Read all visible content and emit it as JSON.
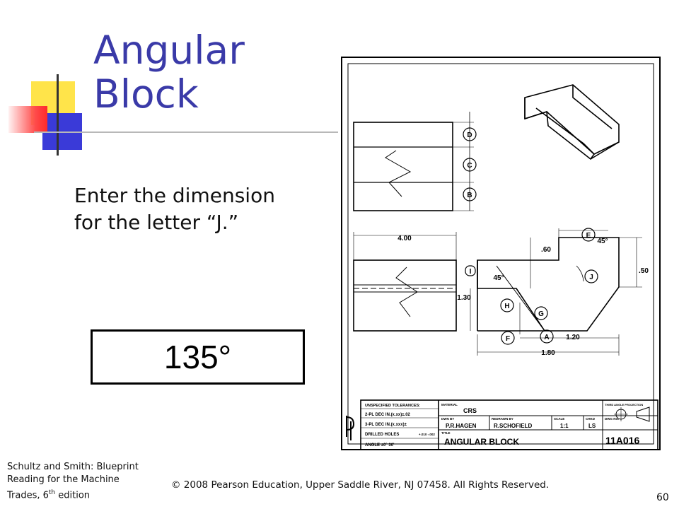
{
  "slide": {
    "title_line1": "Angular",
    "title_line2": "Block",
    "question": "Enter the dimension for the letter “J.”",
    "answer": "135°",
    "footer_credit_line1": "Schultz and Smith: Blueprint",
    "footer_credit_line2": "Reading for the Machine",
    "footer_credit_line3_pre": "Trades, 6",
    "footer_credit_sup": "th",
    "footer_credit_line3_post": " edition",
    "copyright": "© 2008 Pearson Education, Upper Saddle River, NJ 07458. All Rights Reserved.",
    "page_number": "60",
    "accent_color": "#3a3aa8"
  },
  "drawing": {
    "dims": {
      "width_400": "4.00",
      "d060": ".60",
      "d050": ".50",
      "d130": "1.30",
      "d120": "1.20",
      "d180": "1.80",
      "angle45a": "45°",
      "angle45b": "45°"
    },
    "letters": {
      "D": "D",
      "C": "C",
      "B": "B",
      "E": "E",
      "J": "J",
      "I": "I",
      "H": "H",
      "G": "G",
      "F": "F",
      "A": "A"
    },
    "title_block": {
      "tolerances_head": "UNSPECIFIED TOLERANCES:",
      "tol_2pl": "2-PL DEC IN.(x.xx)±.02",
      "tol_3pl": "3-PL DEC IN.(x.xxx)±",
      "drilled": "DRILLED HOLES",
      "drilled_tol": "+.010 -.002",
      "angle_tol": "ANGLE ±0° 30'",
      "material_label": "MATERIAL",
      "material": "CRS",
      "dwn_label": "DWN BY",
      "dwn": "P.R.HAGEN",
      "redrawn_label": "REDRAWN BY",
      "redrawn": "R.SCHOFIELD",
      "scale_label": "SCALE",
      "scale": "1:1",
      "chkd_label": "CHKD",
      "chkd": "LS",
      "title_label": "TITLE",
      "title": "ANGULAR BLOCK",
      "projection_label": "THIRD ANGLE PROJECTION",
      "dwgno_label": "DWG NO.",
      "dwgno": "11A016"
    }
  }
}
